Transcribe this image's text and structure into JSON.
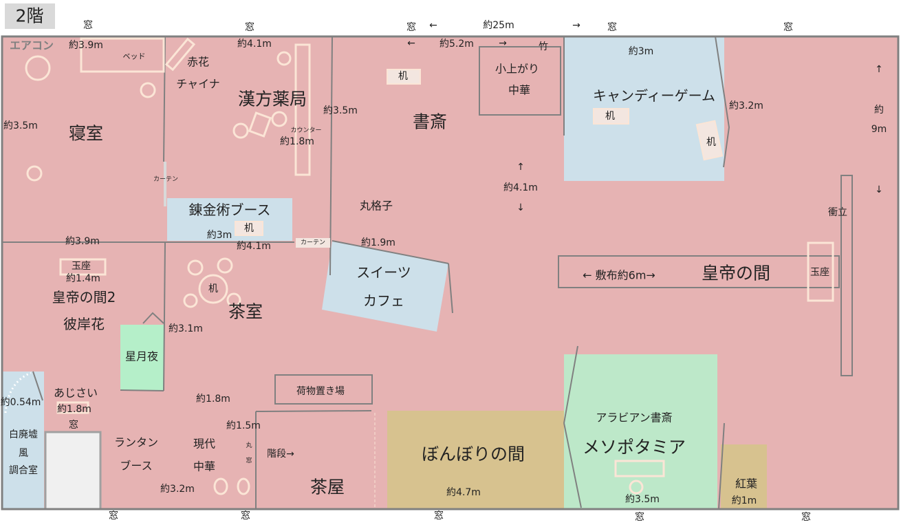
{
  "floor_label": "2階",
  "windows": {
    "label": "窓"
  },
  "width_arrow": {
    "left": "←",
    "value": "約25m",
    "right": "→"
  },
  "colors": {
    "floor": "#e6b3b3",
    "blue": "#cde0ea",
    "green": "#b5efc9",
    "green2": "#bde8c9",
    "tan": "#d7c28f",
    "wall": "#808080",
    "furniture": "#fbe5d6"
  },
  "bedroom": {
    "aircon": "エアコン",
    "dim_w": "約3.9m",
    "bed": "ベッド",
    "dim_h": "約3.5m",
    "name": "寝室",
    "curtain": "カーテン"
  },
  "pharmacy": {
    "akabana": "赤花",
    "china": "チャイナ",
    "dim_w": "約4.1m",
    "name": "漢方薬局",
    "counter": "カウンター",
    "counter_dim": "約1.8m"
  },
  "study": {
    "dim_h": "約3.5m",
    "name": "書斎",
    "arrow_l": "←",
    "dim_w": "約5.2m",
    "arrow_r": "→",
    "bamboo": "竹",
    "desk": "机",
    "koagari": "小上がり",
    "chuka": "中華",
    "up": "↑",
    "dim_v": "約4.1m",
    "down": "↓",
    "lattice": "丸格子",
    "dim_b": "約1.9m"
  },
  "candy": {
    "dim_w": "約3m",
    "name": "キャンディーゲーム",
    "desk": "机",
    "desk2": "机",
    "dim_h": "約3.2m"
  },
  "right_dim": {
    "up": "↑",
    "yaku": "約",
    "value": "9m",
    "down": "↓",
    "screen": "衝立"
  },
  "alchemy": {
    "name": "錬金術ブース",
    "desk": "机",
    "dim": "約3m",
    "dim2": "約4.1m",
    "curtain": "カーテン"
  },
  "emperor2": {
    "dim_w": "約3.9m",
    "throne": "玉座",
    "throne_dim": "約1.4m",
    "name": "皇帝の間2",
    "higanbana": "彼岸花"
  },
  "tearoom": {
    "desk": "机",
    "name": "茶室",
    "dim": "約3.1m"
  },
  "cafe": {
    "line1": "スイーツ",
    "line2": "カフェ"
  },
  "emperor": {
    "rug": "← 敷布約6m→",
    "name": "皇帝の間",
    "throne": "玉座"
  },
  "starry": {
    "name": "星月夜"
  },
  "hydrangea": {
    "name": "あじさい",
    "door_dim": "約0.54m",
    "dim": "約1.8m",
    "window": "窓"
  },
  "ruins": {
    "line1": "白廃墟",
    "line2": "風",
    "line3": "調合室"
  },
  "lantern": {
    "line1": "ランタン",
    "line2": "ブース",
    "dim": "約1.8m",
    "dim2": "約3.2m"
  },
  "modern": {
    "line1": "現代",
    "line2": "中華",
    "dim": "約1.5m",
    "round1": "丸",
    "round2": "窓"
  },
  "storage": {
    "name": "荷物置き場"
  },
  "teahouse": {
    "stairs": "階段→",
    "name": "茶屋"
  },
  "bonbori": {
    "name": "ぼんぼりの間",
    "dim": "約4.7m"
  },
  "mesopotamia": {
    "sub": "アラビアン書斎",
    "name": "メソポタミア",
    "dim": "約3.5m"
  },
  "momiji": {
    "name": "紅葉",
    "dim": "約1m"
  }
}
